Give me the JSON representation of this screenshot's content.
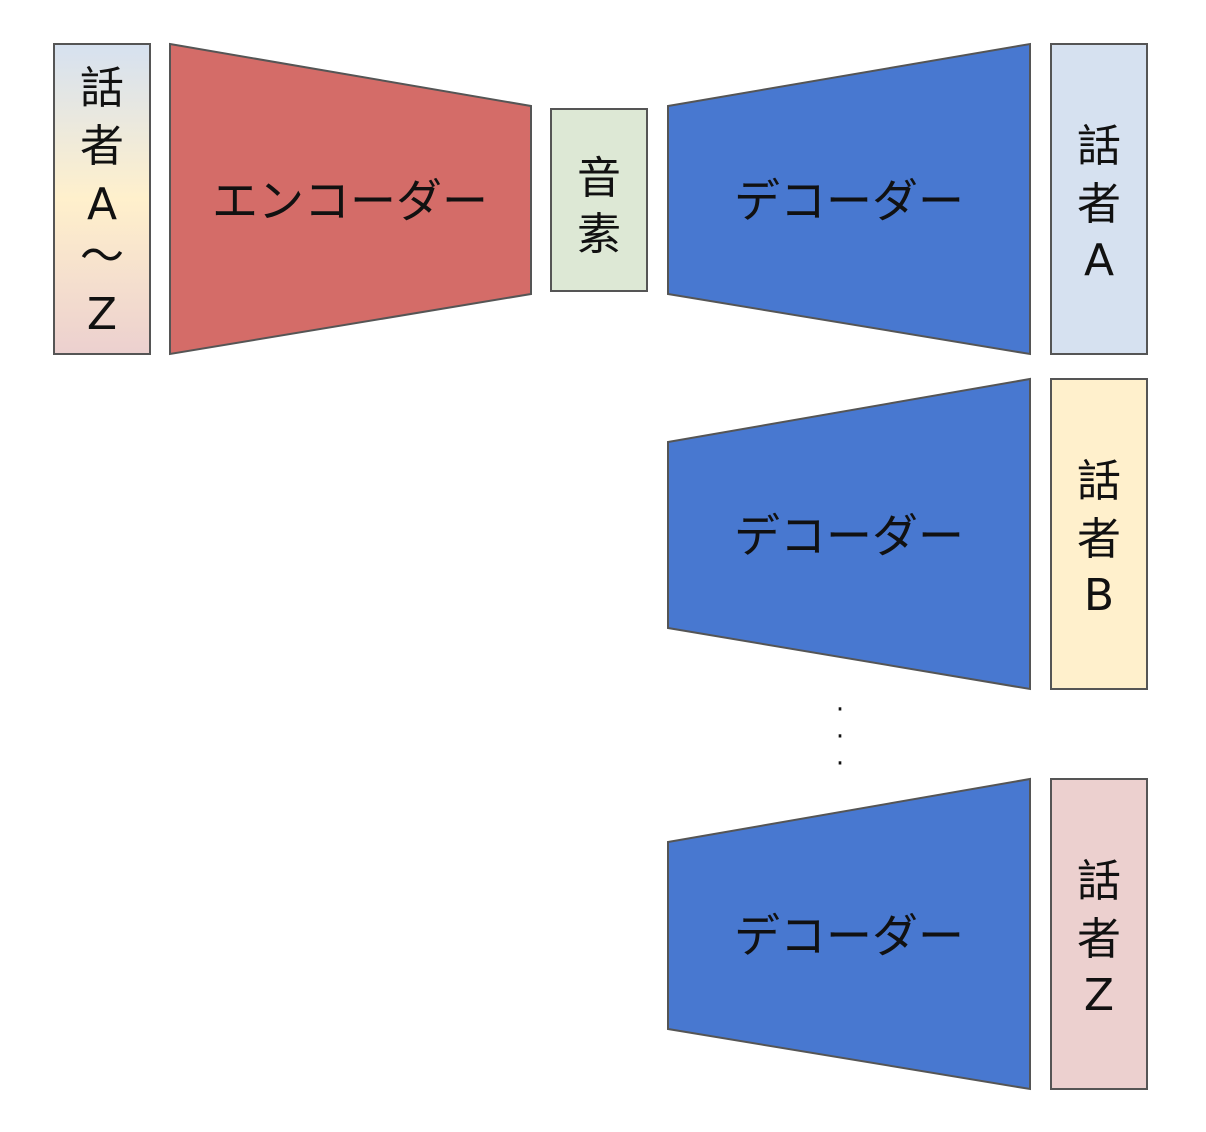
{
  "colors": {
    "encoder": "#d46c68",
    "decoder": "#4878d0",
    "phoneme_box": "#dde8d5",
    "speaker_a": "#d6e1f0",
    "speaker_b": "#fff0cc",
    "speaker_z": "#ecd0cf",
    "outline": "#555555",
    "input_gradient": [
      "#d6e1f0",
      "#fff0cc",
      "#ecd0cf"
    ]
  },
  "input_speakers": {
    "lines": [
      "話",
      "者",
      "A",
      "～",
      "Z"
    ]
  },
  "encoder": {
    "label": "エンコーダー"
  },
  "phoneme": {
    "lines": [
      "音",
      "素"
    ]
  },
  "decoders": [
    {
      "label": "デコーダー",
      "speaker_lines": [
        "話",
        "者",
        "A"
      ]
    },
    {
      "label": "デコーダー",
      "speaker_lines": [
        "話",
        "者",
        "B"
      ]
    },
    {
      "label": "デコーダー",
      "speaker_lines": [
        "話",
        "者",
        "Z"
      ]
    }
  ],
  "ellipsis": [
    "·",
    "·",
    "·"
  ]
}
